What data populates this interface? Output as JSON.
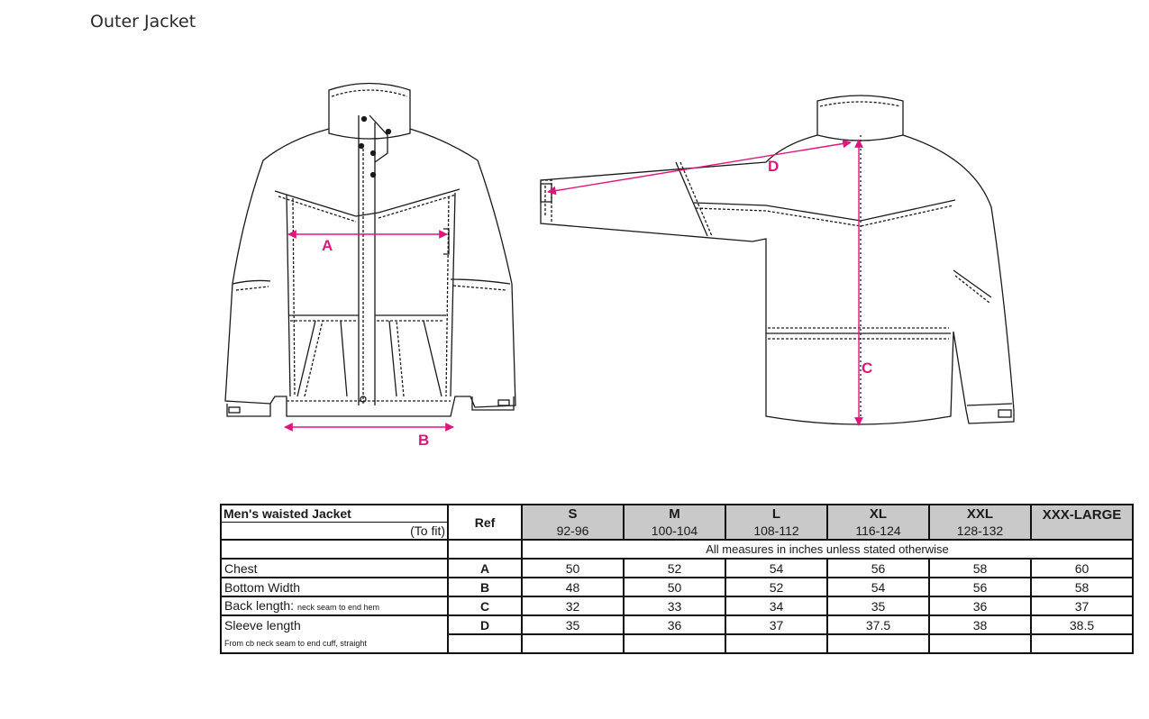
{
  "page": {
    "title": "Outer Jacket"
  },
  "colors": {
    "annotation": "#e0157c",
    "header_bg": "#c9c9c9"
  },
  "annotations": {
    "a": "A",
    "b": "B",
    "c": "C",
    "d": "D"
  },
  "table": {
    "title": "Men's waisted Jacket",
    "to_fit": "(To fit)",
    "ref_header": "Ref",
    "note": "All measures in inches unless stated otherwise",
    "sizes": [
      {
        "name": "S",
        "range": "92-96"
      },
      {
        "name": "M",
        "range": "100-104"
      },
      {
        "name": "L",
        "range": "108-112"
      },
      {
        "name": "XL",
        "range": "116-124"
      },
      {
        "name": "XXL",
        "range": "128-132"
      },
      {
        "name": "XXX-LARGE",
        "range": ""
      }
    ],
    "rows": [
      {
        "label": "Chest",
        "sub": "",
        "ref": "A",
        "values": [
          "50",
          "52",
          "54",
          "56",
          "58",
          "60"
        ]
      },
      {
        "label": "Bottom Width",
        "sub": "",
        "ref": "B",
        "values": [
          "48",
          "50",
          "52",
          "54",
          "56",
          "58"
        ]
      },
      {
        "label": "Back length:",
        "sub": "neck seam to end hem",
        "ref": "C",
        "values": [
          "32",
          "33",
          "34",
          "35",
          "36",
          "37"
        ]
      },
      {
        "label": "Sleeve length",
        "sub": "",
        "ref": "D",
        "values": [
          "35",
          "36",
          "37",
          "37.5",
          "38",
          "38.5"
        ]
      }
    ],
    "footnote": "From cb neck seam to end cuff, straight"
  }
}
